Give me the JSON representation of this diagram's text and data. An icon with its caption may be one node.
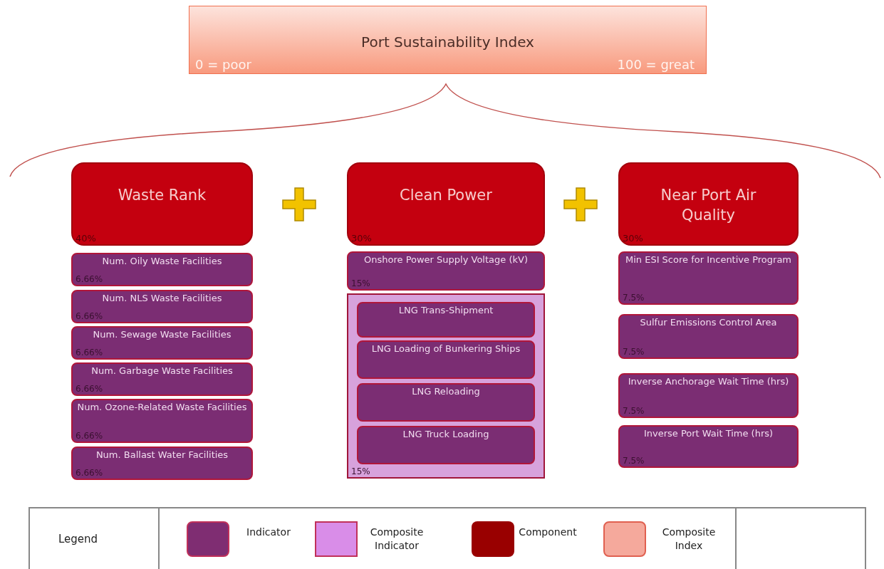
{
  "diagram": {
    "nodes": [
      {
        "text": [
          "Port Sustainability Index",
          "0 = poor",
          "100 = great"
        ]
      },
      {
        "text": [
          "Waste Rank",
          "40%"
        ]
      },
      {
        "text": [
          "Num. Oily Waste Facilities",
          "6.66%"
        ]
      },
      {
        "text": [
          "Num. NLS Waste Facilities",
          "6.66%"
        ]
      },
      {
        "text": [
          "Num. Sewage Waste Facilities",
          "6.66%"
        ]
      },
      {
        "text": [
          "Num. Garbage Waste Facilities",
          "6.66%"
        ]
      },
      {
        "text": [
          "Num. Ozone-Related Waste Facilities",
          "6.66%"
        ]
      },
      {
        "text": [
          "Num. Ballast Water Facilities",
          "6.66%"
        ]
      },
      {
        "text": [
          "Clean Power",
          "30%"
        ]
      },
      {
        "text": [
          "Onshore Power Supply Voltage (kV)",
          "15%"
        ]
      },
      {
        "text": [
          "15%"
        ]
      },
      {
        "text": [
          "LNG Trans-Shipment"
        ],
        "in": 10
      },
      {
        "text": [
          "LNG Loading of Bunkering Ships"
        ],
        "in": 10
      },
      {
        "text": [
          "LNG Reloading"
        ],
        "in": 10
      },
      {
        "text": [
          "LNG Truck Loading"
        ],
        "in": 10
      },
      {
        "text": [
          "Near Port Air Quality",
          "30%"
        ]
      },
      {
        "text": [
          "Min ESI Score for Incentive Program",
          "7.5%"
        ]
      },
      {
        "text": [
          "Sulfur Emissions Control Area",
          "7.5%"
        ]
      },
      {
        "text": [
          "Inverse Anchorage Wait Time (hrs)",
          "7.5%"
        ]
      },
      {
        "text": [
          "Inverse Port Wait Time (hrs)",
          "7.5%"
        ]
      }
    ],
    "labels": [
      "Legend"
    ],
    "legend": [
      {
        "text": "Indicator",
        "color": "#7f2d72"
      },
      {
        "text": "Composite Indicator",
        "color": "#d98de8"
      },
      {
        "text": "Component",
        "color": "#990000"
      },
      {
        "text": "Composite Index",
        "color": "#f5a99c"
      }
    ]
  }
}
